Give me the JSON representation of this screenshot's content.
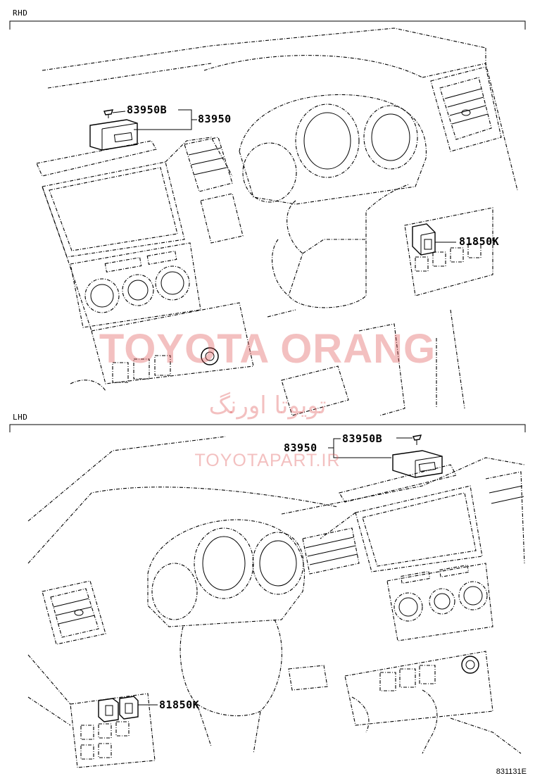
{
  "panels": {
    "rhd": {
      "label": "RHD",
      "parts": {
        "clip": "83950B",
        "switch_assembly": "83950",
        "heated_switch": "81850K"
      }
    },
    "lhd": {
      "label": "LHD",
      "parts": {
        "switch_assembly": "83950",
        "clip": "83950B",
        "heated_switch": "81850K"
      }
    }
  },
  "watermark": {
    "english": "TOYOTA ORANG",
    "persian": "تویوتا اورنگ",
    "url": "TOYOTAPART.IR"
  },
  "diagram_code": "831131E"
}
